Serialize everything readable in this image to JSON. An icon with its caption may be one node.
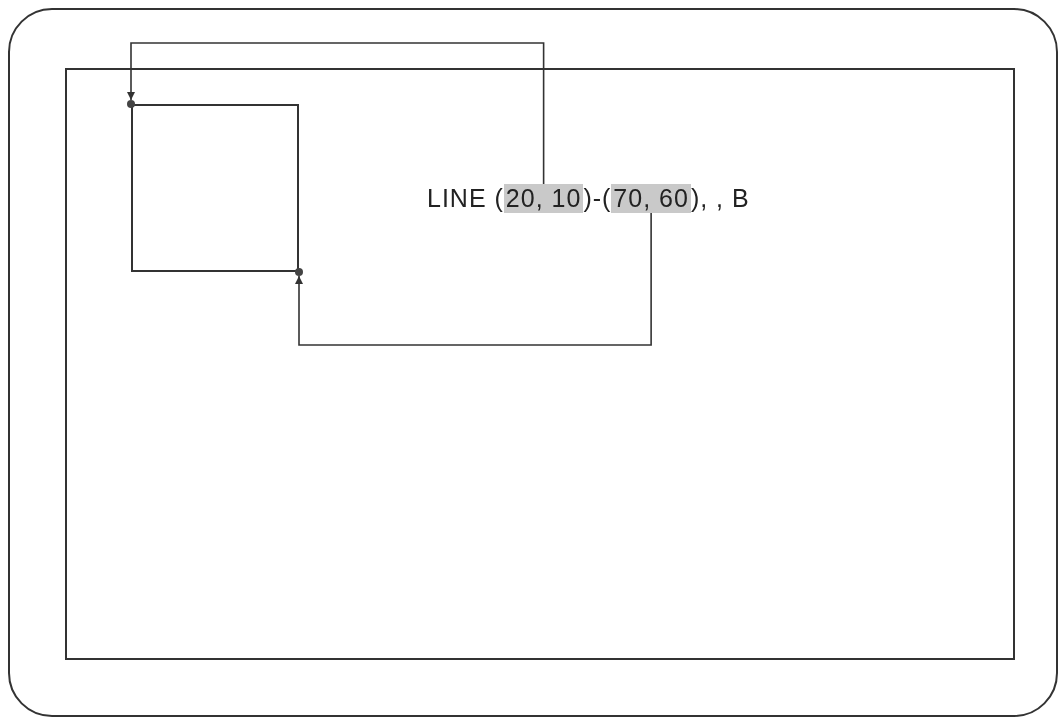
{
  "diagram": {
    "nodes": [
      {
        "text": [],
        "shape": "box"
      },
      {
        "text": [],
        "shape": "box",
        "in": 0
      },
      {
        "text": [],
        "shape": "box",
        "in": 1
      },
      {
        "text": [],
        "shape": "circle",
        "in": 1
      },
      {
        "text": [],
        "shape": "circle",
        "in": 1
      },
      {
        "text": [
          "20, 10"
        ],
        "in": 1
      },
      {
        "text": [
          "70, 60"
        ],
        "in": 1
      }
    ],
    "edges": [
      {
        "from": 5,
        "to": 3,
        "arrow": "to"
      },
      {
        "from": 6,
        "to": 4,
        "arrow": "to"
      }
    ],
    "labels": [
      "LINE (",
      ")-(",
      "), , B"
    ]
  }
}
